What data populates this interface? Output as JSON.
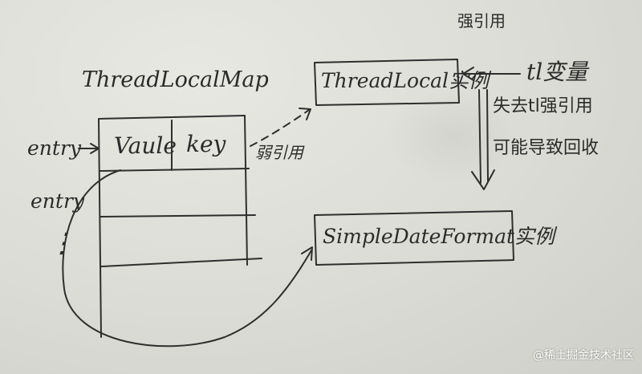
{
  "labels": {
    "map_title": "ThreadLocalMap",
    "entry_first": "entry",
    "entry_second": "entry",
    "ellipsis": "⋮",
    "col_value": "Vaule",
    "col_key": "key",
    "tl_instance": "ThreadLocal实例",
    "tl_variable": "tl变量",
    "strong_ref": "强引用",
    "weak_ref": "弱引用",
    "lose_ref_line1": "失去tl强引用",
    "lose_ref_line2": "可能导致回收",
    "sdf_instance": "SimpleDateFormat实例"
  },
  "watermark": "@稀土掘金技术社区",
  "colors": {
    "paper": "#dcdcd7",
    "ink": "#2e2e2e"
  }
}
